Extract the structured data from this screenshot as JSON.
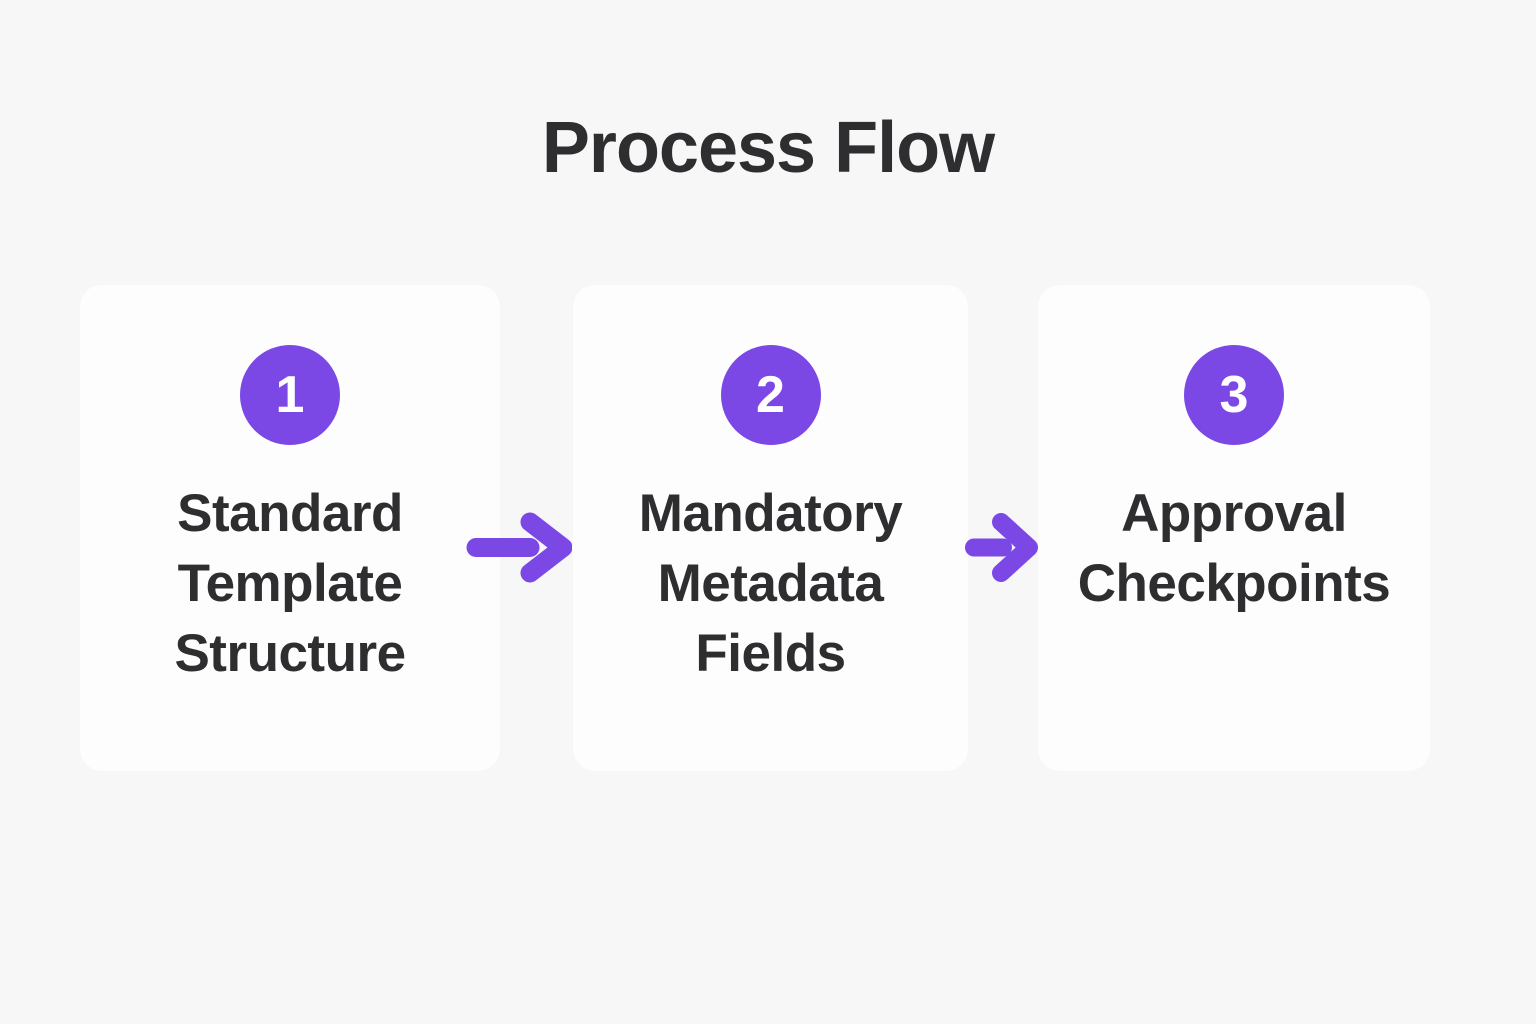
{
  "title": "Process Flow",
  "steps": [
    {
      "number": "1",
      "label": "Standard Template Structure"
    },
    {
      "number": "2",
      "label": "Mandatory Metadata Fields"
    },
    {
      "number": "3",
      "label": "Approval Checkpoints"
    }
  ],
  "icons": {
    "between_steps": "arrow-right-icon"
  },
  "colors": {
    "background": "#F7F7F8",
    "card": "#FDFDFD",
    "accent": "#7B48E6",
    "text": "#2E2E30",
    "number": "#FFFFFF"
  }
}
